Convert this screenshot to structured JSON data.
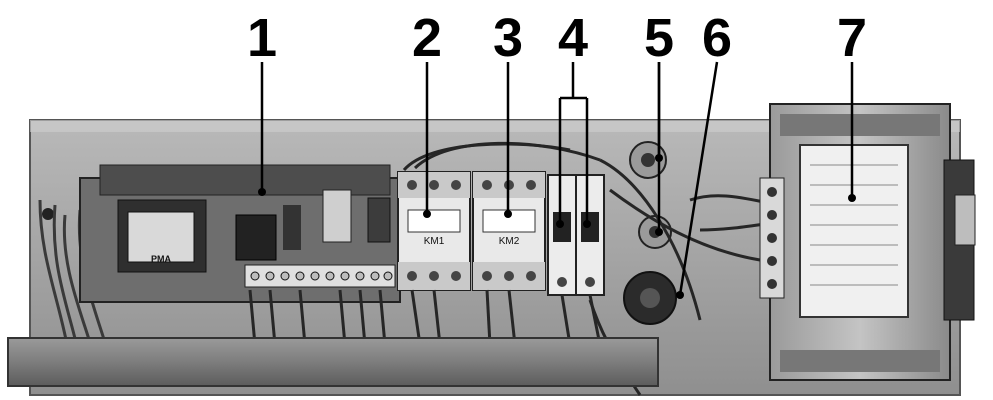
{
  "diagram": {
    "callouts": [
      {
        "label": "1",
        "part": "control-circuit-board"
      },
      {
        "label": "2",
        "part": "contactor-km1"
      },
      {
        "label": "3",
        "part": "contactor-km2"
      },
      {
        "label": "4",
        "part": "circuit-breakers"
      },
      {
        "label": "5",
        "part": "cable-gland"
      },
      {
        "label": "6",
        "part": "cable-gland-lower"
      },
      {
        "label": "7",
        "part": "transformer"
      }
    ],
    "component_text": {
      "contactor_1": "KM1",
      "contactor_2": "KM2",
      "relay_brand": "PMA"
    },
    "colors": {
      "background": "#ffffff",
      "panel": "#a9a9a9",
      "leader": "#000000"
    }
  }
}
